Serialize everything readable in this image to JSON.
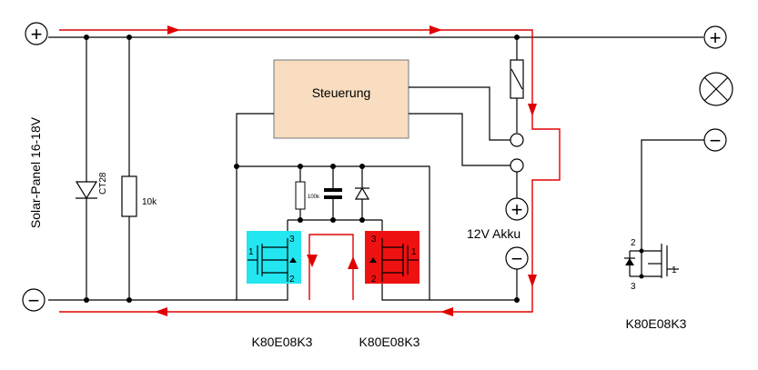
{
  "labels": {
    "plus_left": "+",
    "minus_left": "−",
    "plus_right": "+",
    "minus_right": "−",
    "panel": "Solar-Panel 16-18V",
    "diode": "CT28",
    "resistor": "10k",
    "controller": "Steuerung",
    "small_resistor": "100k",
    "battery": "12V Akku",
    "battery_plus": "+",
    "battery_minus": "−",
    "mosfet_left_name": "K80E08K3",
    "mosfet_mid_name": "K80E08K3",
    "mosfet_right_name": "K80E08K3",
    "pin1": "1",
    "pin2": "2",
    "pin3": "3"
  },
  "colors": {
    "current_path": "#e00000",
    "mosfet_left_fill": "#22e6f0",
    "mosfet_mid_fill": "#ee1111",
    "controller_fill": "#f8ddc0"
  }
}
